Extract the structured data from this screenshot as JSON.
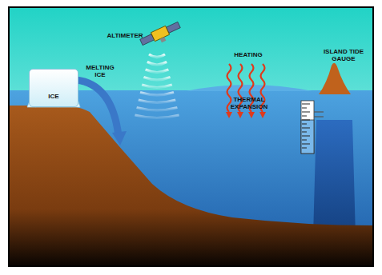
{
  "diagram": {
    "nodes": [
      {
        "text": [
          "ICE"
        ]
      }
    ],
    "labels": [
      "ALTIMETER",
      "MELTING ICE",
      "HEATING",
      "THERMAL EXPANSION",
      "ISLAND TIDE GAUGE"
    ]
  }
}
